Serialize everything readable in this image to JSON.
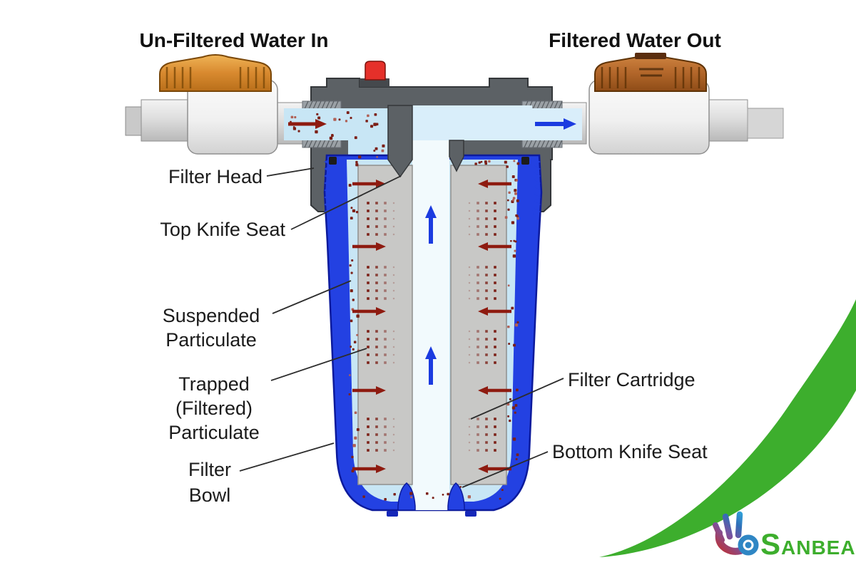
{
  "diagram": {
    "title_left": "Un-Filtered Water In",
    "title_right": "Filtered Water Out",
    "labels": {
      "filter_head": "Filter Head",
      "top_knife_seat": "Top Knife Seat",
      "suspended_particulate": [
        "Suspended",
        "Particulate"
      ],
      "trapped_particulate": [
        "Trapped",
        "(Filtered)",
        "Particulate"
      ],
      "filter_bowl": [
        "Filter",
        "Bowl"
      ],
      "filter_cartridge": "Filter Cartridge",
      "bottom_knife_seat": "Bottom Knife Seat"
    },
    "colors": {
      "head_gray": "#5c6165",
      "bowl_blue": "#2341e2",
      "bowl_edge": "#0c1a9c",
      "water_blue": "#c8e6f5",
      "clean_water": "#d9eefa",
      "core_water": "#f2fafd",
      "cartridge_gray": "#c8c8c6",
      "particulate": "#7c2017",
      "flow_unfiltered": "#8e1b10",
      "flow_filtered": "#1b3be0",
      "button_red": "#e5302a",
      "valve_orange": "#d8892f",
      "valve_copper": "#b2662a",
      "brand_green": "#3dae2d"
    }
  },
  "brand": {
    "name": "Sanbea",
    "wordmark_first": "S",
    "wordmark_rest": "ANBEA"
  }
}
